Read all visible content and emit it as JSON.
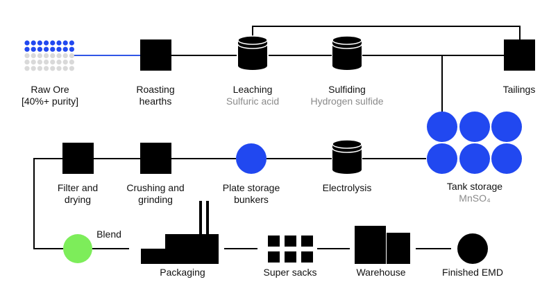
{
  "colors": {
    "ink": "#000000",
    "accent_blue": "#2148f0",
    "ore_link_blue": "#3056e6",
    "dot_inactive": "#d9d9d9",
    "blend_green": "#7ded5a",
    "sub_text": "#8a8a8a"
  },
  "raw_ore": {
    "line1": "Raw Ore",
    "line2": "[40%+ purity]",
    "purity_fraction": 0.4,
    "dots_total": 40,
    "dots_filled": 16
  },
  "roasting": {
    "line1": "Roasting",
    "line2": "hearths"
  },
  "leaching": {
    "title": "Leaching",
    "sub": "Sulfuric acid"
  },
  "sulfiding": {
    "title": "Sulfiding",
    "sub": "Hydrogen sulfide"
  },
  "tailings": {
    "title": "Tailings"
  },
  "tank_storage": {
    "title": "Tank storage",
    "sub": "MnSO₄"
  },
  "electrolysis": {
    "title": "Electrolysis"
  },
  "plate_storage": {
    "line1": "Plate storage",
    "line2": "bunkers"
  },
  "crushing": {
    "line1": "Crushing and",
    "line2": "grinding"
  },
  "filter": {
    "line1": "Filter and",
    "line2": "drying"
  },
  "blend": {
    "title": "Blend"
  },
  "packaging": {
    "title": "Packaging"
  },
  "super_sacks": {
    "title": "Super sacks"
  },
  "warehouse": {
    "title": "Warehouse"
  },
  "finished": {
    "title": "Finished EMD"
  }
}
